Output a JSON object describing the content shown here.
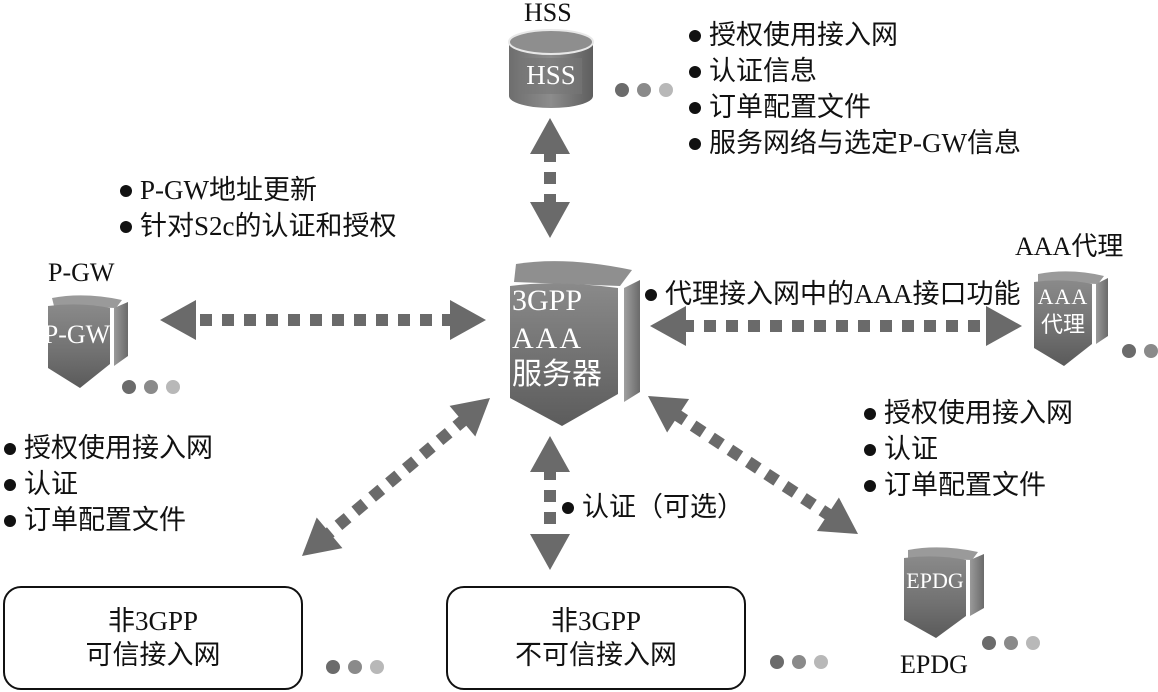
{
  "colors": {
    "arrow": "#6a6a6a",
    "node_body": "#7a7a7a",
    "node_dark": "#555555",
    "node_light": "#9a9a9a",
    "text": "#111111",
    "node_text": "#ffffff"
  },
  "nodes": {
    "hss": {
      "title": "HSS",
      "icon_label": "HSS",
      "icon": "database-cylinder-icon"
    },
    "aaa_server": {
      "icon_label_lines": [
        "3GPP",
        "AAA",
        "服务器"
      ],
      "icon": "server-shield-icon"
    },
    "pgw": {
      "title": "P-GW",
      "icon_label": "P-GW",
      "icon": "server-shield-icon"
    },
    "aaa_proxy": {
      "title": "AAA代理",
      "icon_label_lines": [
        "AAA",
        "代理"
      ],
      "icon": "server-shield-icon"
    },
    "epdg": {
      "title": "EPDG",
      "icon_label": "EPDG",
      "icon": "server-shield-icon"
    },
    "trusted_access": {
      "lines": [
        "非3GPP",
        "可信接入网"
      ]
    },
    "untrusted_access": {
      "lines": [
        "非3GPP",
        "不可信接入网"
      ]
    }
  },
  "annotations": {
    "hss_info": [
      "授权使用接入网",
      "认证信息",
      "订单配置文件",
      "服务网络与选定P-GW信息"
    ],
    "pgw_info": [
      "P-GW地址更新",
      "针对S2c的认证和授权"
    ],
    "proxy_info": [
      "代理接入网中的AAA接口功能"
    ],
    "trusted_info": [
      "授权使用接入网",
      "认证",
      "订单配置文件"
    ],
    "epdg_info": [
      "授权使用接入网",
      "认证",
      "订单配置文件"
    ],
    "untrusted_info": [
      "认证（可选）"
    ]
  },
  "connections": [
    {
      "name": "aaa-hss",
      "from": "3GPP AAA服务器",
      "to": "HSS",
      "style": "dashed-bidirectional"
    },
    {
      "name": "aaa-pgw",
      "from": "3GPP AAA服务器",
      "to": "P-GW",
      "style": "dashed-bidirectional"
    },
    {
      "name": "aaa-proxy",
      "from": "3GPP AAA服务器",
      "to": "AAA代理",
      "style": "dashed-bidirectional"
    },
    {
      "name": "aaa-trusted",
      "from": "3GPP AAA服务器",
      "to": "非3GPP可信接入网",
      "style": "dashed-bidirectional"
    },
    {
      "name": "aaa-untrusted",
      "from": "3GPP AAA服务器",
      "to": "非3GPP不可信接入网",
      "style": "dashed-bidirectional"
    },
    {
      "name": "aaa-epdg",
      "from": "3GPP AAA服务器",
      "to": "EPDG",
      "style": "dashed-bidirectional"
    }
  ]
}
